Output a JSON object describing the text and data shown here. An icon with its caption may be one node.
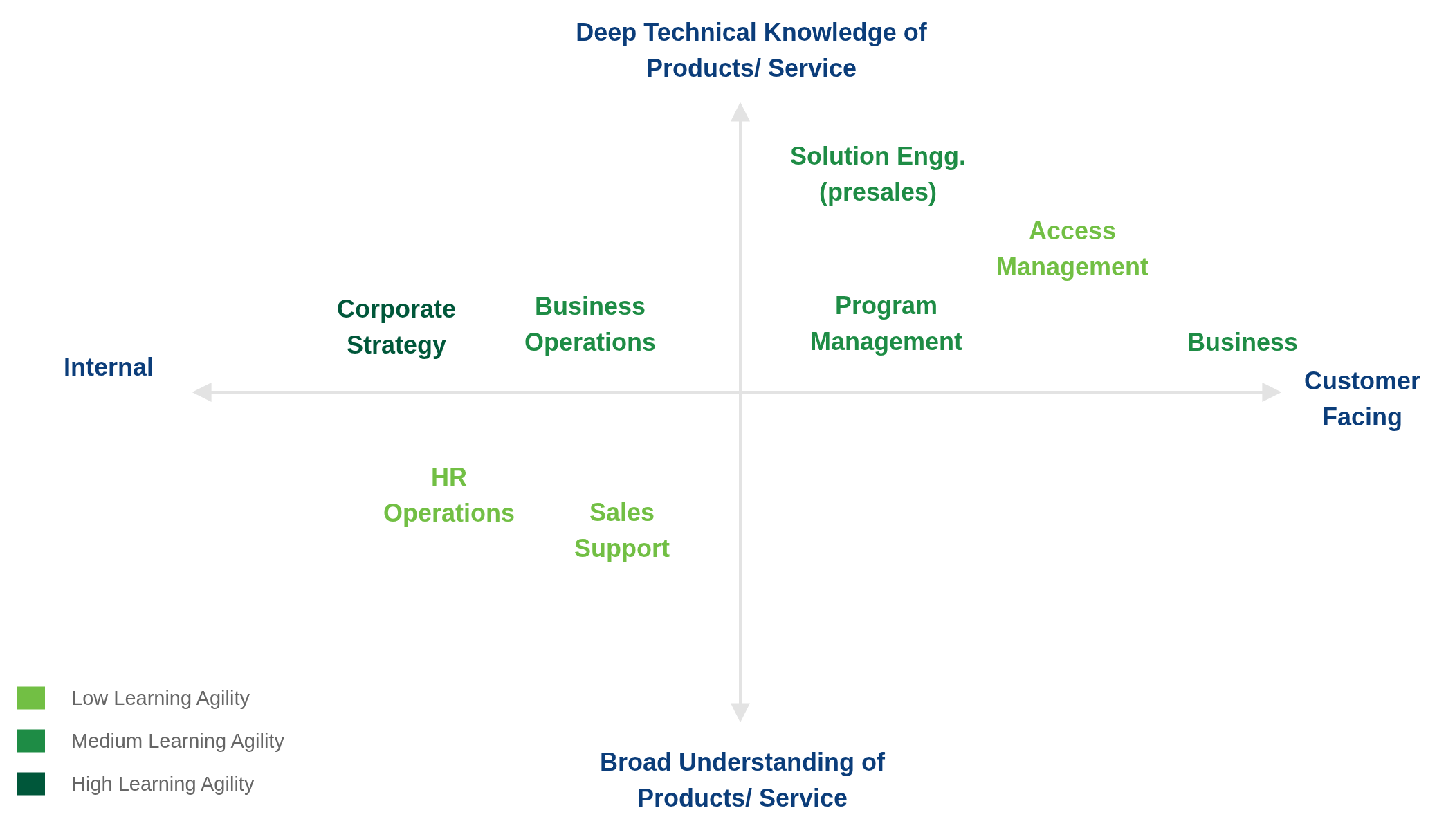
{
  "diagram": {
    "labels": [
      "Deep Technical Knowledge of Products/ Service",
      "Solution Engg. (presales)",
      "Access Management",
      "Corporate Strategy",
      "Business Operations",
      "Program Management",
      "Internal",
      "Business",
      "Customer Facing",
      "HR Operations",
      "Sales Support",
      "Broad Understanding of Products/ Service"
    ],
    "legend": [
      {
        "text": "Low Learning Agility",
        "color": "#72bf44"
      },
      {
        "text": "Medium Learning Agility",
        "color": "#1e8c45"
      },
      {
        "text": "High Learning Agility",
        "color": "#00573a"
      }
    ]
  }
}
